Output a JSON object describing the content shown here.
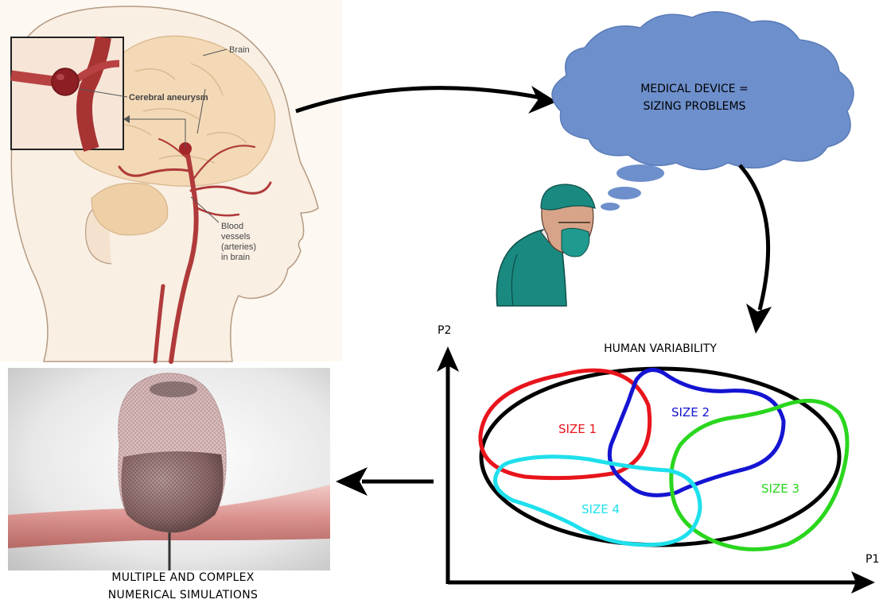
{
  "anatomy": {
    "label_brain": "Brain",
    "label_aneurysm": "Cerebral aneurysm",
    "label_vessels": [
      "Blood",
      "vessels",
      "(arteries)",
      "in brain"
    ]
  },
  "thought": {
    "line1": "MEDICAL DEVICE =",
    "line2": "SIZING PROBLEMS"
  },
  "caption": {
    "line1": "MULTIPLE AND COMPLEX",
    "line2": "NUMERICAL SIMULATIONS"
  },
  "variability": {
    "title": "HUMAN VARIABILITY",
    "axis_y": "P2",
    "axis_x": "P1",
    "sizes": [
      {
        "label": "SIZE 1",
        "color": "#e8141c"
      },
      {
        "label": "SIZE 2",
        "color": "#1414d2"
      },
      {
        "label": "SIZE 3",
        "color": "#2ad61e"
      },
      {
        "label": "SIZE 4",
        "color": "#1ee0ec"
      }
    ]
  },
  "colors": {
    "cloud": "#6d8fcb",
    "surgeon_gown": "#1a8a80",
    "artery": "#b03a3a",
    "mesh": "#7a5a5a"
  }
}
